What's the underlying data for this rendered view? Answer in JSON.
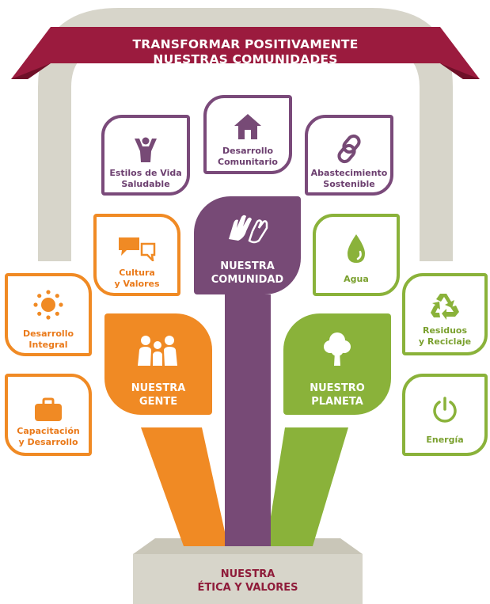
{
  "title": {
    "line1": "TRANSFORMAR POSITIVAMENTE",
    "line2": "NUESTRAS COMUNIDADES"
  },
  "pillars": {
    "community": {
      "line1": "NUESTRA",
      "line2": "COMUNIDAD",
      "icon": "hands-icon"
    },
    "people": {
      "line1": "NUESTRA",
      "line2": "GENTE",
      "icon": "family-icon"
    },
    "planet": {
      "line1": "NUESTRO",
      "line2": "PLANETA",
      "icon": "tree-icon"
    }
  },
  "leaves": {
    "healthy": {
      "line1": "Estilos de Vida",
      "line2": "Saludable",
      "icon": "person-arms-up-icon"
    },
    "development": {
      "line1": "Desarrollo",
      "line2": "Comunitario",
      "icon": "house-icon"
    },
    "supply": {
      "line1": "Abastecimiento",
      "line2": "Sostenible",
      "icon": "chain-link-icon"
    },
    "culture": {
      "line1": "Cultura",
      "line2": "y Valores",
      "icon": "chat-bubbles-icon"
    },
    "water": {
      "line1": "Agua",
      "icon": "water-drop-icon"
    },
    "integral": {
      "line1": "Desarrollo",
      "line2": "Integral",
      "icon": "sun-icon"
    },
    "training": {
      "line1": "Capacitación",
      "line2": "y Desarrollo",
      "icon": "briefcase-icon"
    },
    "recycling": {
      "line1": "Residuos",
      "line2": "y Reciclaje",
      "icon": "recycle-icon"
    },
    "energy": {
      "line1": "Energía",
      "icon": "power-icon"
    }
  },
  "base": {
    "line1": "NUESTRA",
    "line2": "ÉTICA Y VALORES"
  },
  "colors": {
    "maroon": "#9b1b3e",
    "purple": "#774a76",
    "orange": "#f08a24",
    "green": "#8ab23a",
    "gray": "#d7d5ca"
  }
}
